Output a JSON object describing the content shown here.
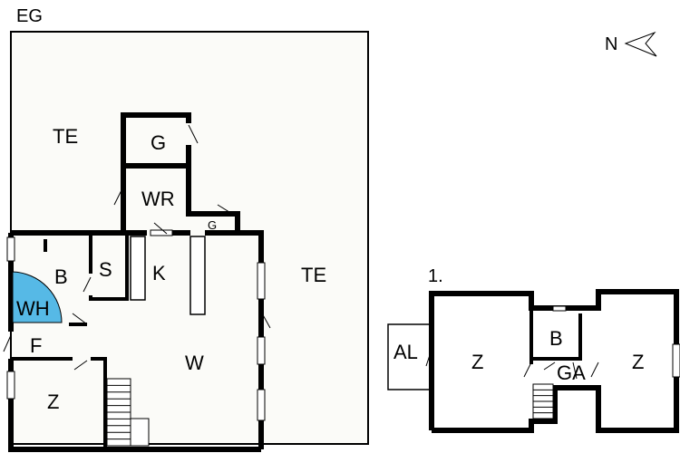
{
  "floors": {
    "ground": {
      "title": "EG",
      "rooms": {
        "terrace_left": "TE",
        "garage": "G",
        "utility": "WR",
        "garage_small": "G",
        "terrace_right": "TE",
        "bath": "B",
        "storage": "S",
        "kitchen": "K",
        "whirlpool": "WH",
        "hall": "F",
        "living": "W",
        "bedroom": "Z"
      }
    },
    "upper": {
      "title": "1.",
      "rooms": {
        "balcony": "AL",
        "bedroom_left": "Z",
        "bath": "B",
        "gallery": "GA",
        "bedroom_right": "Z"
      }
    }
  },
  "compass": {
    "label": "N"
  },
  "colors": {
    "wall": "#000000",
    "whirlpool": "#56b9e6",
    "floor": "#fbfbf8"
  }
}
